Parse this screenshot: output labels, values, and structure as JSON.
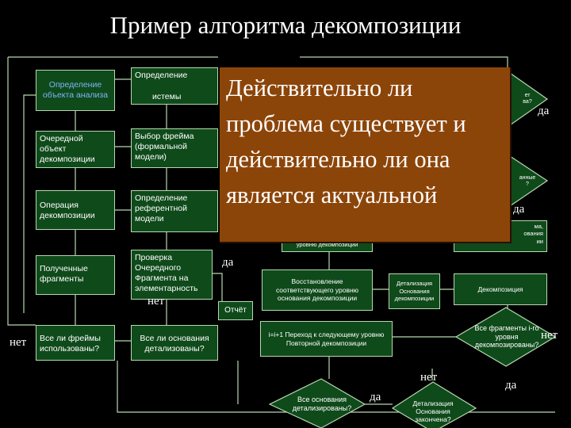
{
  "slide": {
    "title": "Пример алгоритма декомпозиции"
  },
  "callout": {
    "lines": [
      "Действительно ли",
      "проблема существует и",
      "действительно ли она",
      "является актуальной"
    ]
  },
  "boxes": {
    "define_object": "Определение объекта анализа",
    "define_system": "Определение",
    "define_system_tail": "истемы",
    "next_object": "Очередной объект декомпозиции",
    "frame_choice": "Выбор фрейма (формальной модели)",
    "decomposition_op": "Операция декомпозиции",
    "reference_model": "Определение референтной модели",
    "fragments": "Полученные фрагменты",
    "check_fragment": "Проверка Очередного Фрагмента на элементарность",
    "all_frames": "Все ли фреймы использованы?",
    "all_bases": "Все ли основания детализованы?",
    "level_fragment": "уровню декомпозиции",
    "restore": "Восстановление соответствующего уровню основания декомпозиции",
    "detail_basis": "Детализация Основания декомпозиции",
    "decomposition": "Декомпозиция",
    "right_fragment_a": "ма,",
    "right_fragment_b": "ования",
    "right_fragment_c": "ии",
    "next_level": "i=i+1 Переход к следующему уровню Повторной декомпозиции",
    "report": "Отчёт"
  },
  "diamonds": {
    "top_right_a": "ет",
    "top_right_b": "ва?",
    "mid_right_a": "анные",
    "mid_right_b": "?",
    "all_fragments": "Все фрагменты i-го уровня декомпозированы?",
    "bases_detailed": "Все основания детализированы?",
    "detail_done": "Детализация Основания закончена?"
  },
  "labels": {
    "yes": "да",
    "no": "нет"
  }
}
